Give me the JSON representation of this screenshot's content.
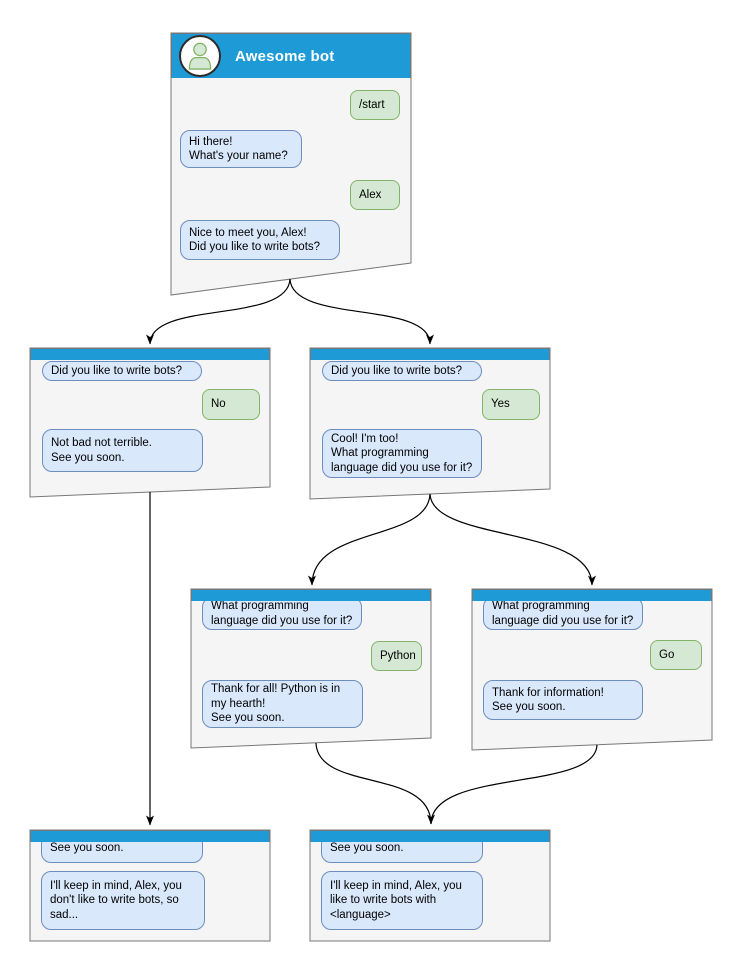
{
  "colors": {
    "header_blue": "#1e9bd7",
    "bot_bubble_fill": "#dae8fc",
    "bot_bubble_border": "#6c8ebf",
    "user_bubble_fill": "#d5e8d4",
    "user_bubble_border": "#82b366",
    "card_fill": "#f5f5f5",
    "card_border": "#777777"
  },
  "root": {
    "title": "Awesome bot",
    "m1": "/start",
    "m2": "Hi there!\nWhat's your name?",
    "m3": "Alex",
    "m4": "Nice to meet you, Alex!\nDid you like to write bots?"
  },
  "no_branch": {
    "m1": "Did you like to write bots?",
    "m2": "No",
    "m3": "Not bad not terrible.\nSee you soon."
  },
  "yes_branch": {
    "m1": "Did you like to write bots?",
    "m2": "Yes",
    "m3": "Cool! I'm too!\nWhat programming\nlanguage did you use for it?"
  },
  "python_branch": {
    "m1": "What programming\nlanguage did you use for it?",
    "m2": "Python",
    "m3": "Thank for all! Python is in\nmy hearth!\nSee you soon."
  },
  "go_branch": {
    "m1": "What programming\nlanguage did you use for it?",
    "m2": "Go",
    "m3": "Thank for information!\nSee you soon."
  },
  "end_no": {
    "m1": "See you soon.",
    "m2": "I'll keep in mind, Alex, you\ndon't like to write bots, so\nsad..."
  },
  "end_yes": {
    "m1": "See you soon.",
    "m2": "I'll keep in mind, Alex, you\nlike to write bots with\n<language>"
  },
  "edges": [
    {
      "from": "root",
      "to": "no_branch"
    },
    {
      "from": "root",
      "to": "yes_branch"
    },
    {
      "from": "no_branch",
      "to": "end_no"
    },
    {
      "from": "yes_branch",
      "to": "python_branch"
    },
    {
      "from": "yes_branch",
      "to": "go_branch"
    },
    {
      "from": "python_branch",
      "to": "end_yes"
    },
    {
      "from": "go_branch",
      "to": "end_yes"
    }
  ]
}
